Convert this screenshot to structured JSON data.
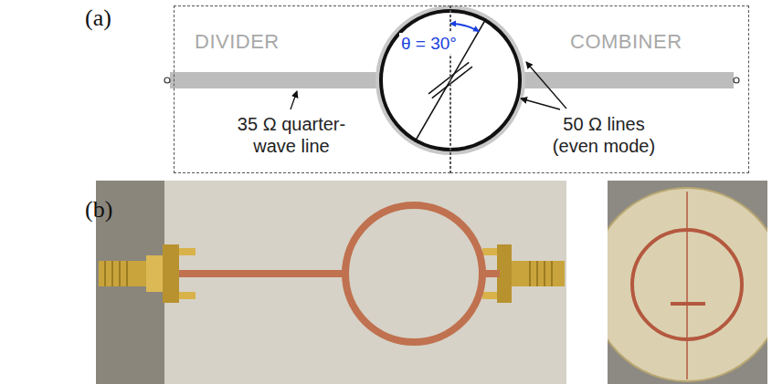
{
  "diagram": {
    "nodes": [
      {
        "text": [
          "DIVIDER"
        ]
      },
      {
        "text": [
          "COMBINER"
        ]
      }
    ],
    "labels": [
      "(a)",
      "θ = 30°",
      "35 Ω quarter-wave line",
      "50 Ω lines (even mode)",
      "(b)"
    ]
  }
}
